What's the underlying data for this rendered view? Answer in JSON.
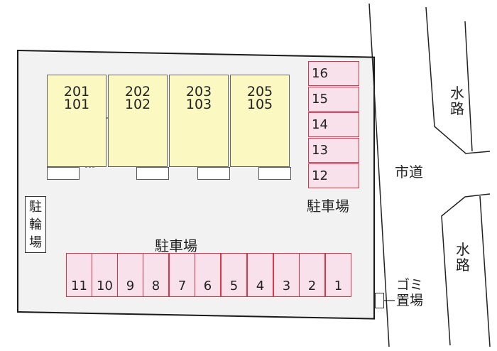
{
  "units": [
    {
      "upper": "201",
      "lower": "101"
    },
    {
      "upper": "202",
      "lower": "102"
    },
    {
      "upper": "203",
      "lower": "103"
    },
    {
      "upper": "205",
      "lower": "105"
    }
  ],
  "parking_right": [
    "16",
    "15",
    "14",
    "13",
    "12"
  ],
  "parking_bottom": [
    "11",
    "10",
    "9",
    "8",
    "7",
    "6",
    "5",
    "4",
    "3",
    "2",
    "1"
  ],
  "labels": {
    "parking_right": "駐車場",
    "parking_bottom": "駐車場",
    "bicycle": [
      "駐",
      "輪",
      "場"
    ],
    "city_road": "市道",
    "waterway_upper": [
      "水",
      "路"
    ],
    "waterway_lower": [
      "水",
      "路"
    ],
    "garbage": [
      "ゴミ",
      "置場"
    ]
  },
  "colors": {
    "building_fill": "#fbf8c2",
    "stall_fill": "#f9e1ec",
    "stall_border": "#d9364a",
    "lot_fill": "#f2f2f2"
  }
}
